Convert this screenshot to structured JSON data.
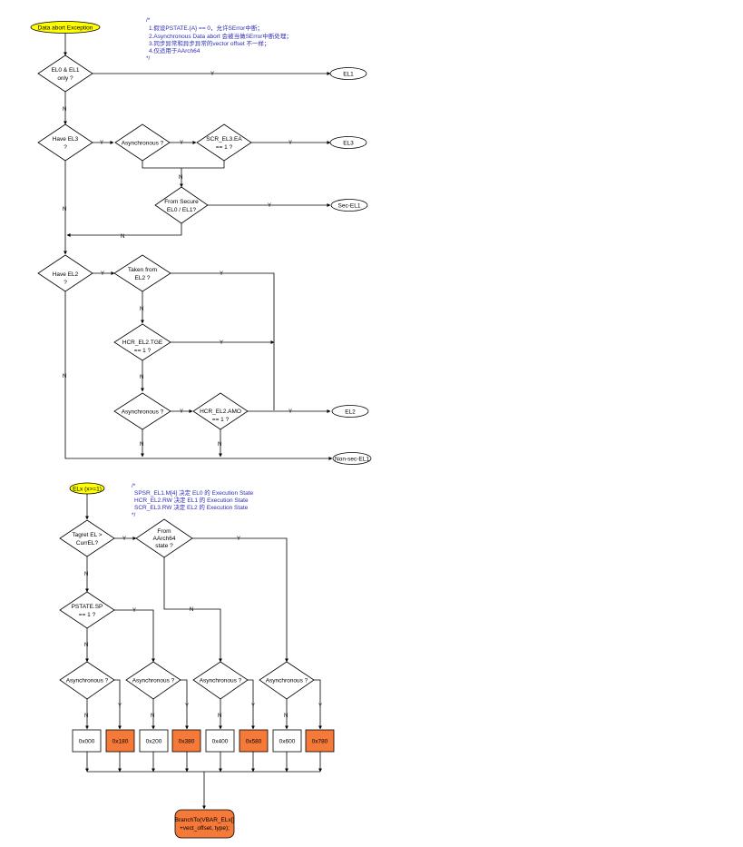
{
  "colors": {
    "start_fill": "#ffff00",
    "vector_fill": "#f57a3a",
    "note_text": "#2c2cb8",
    "line": "#000000",
    "box_fill": "#ffffff"
  },
  "edge_labels": {
    "yes": "Y",
    "no": "N"
  },
  "diagram1": {
    "start": "Data abort Exception",
    "note": [
      "/*",
      "1.假设PSTATE.{A} == 0，允许SError中断；",
      "2.Asynchronous Data abort 会被当做SError中断处理；",
      "3.同步异常和异步异常的vector offset 不一样；",
      "4.仅适用于AArch64",
      "*/"
    ],
    "el0_el1_only": [
      "EL0 & EL1",
      "only ?"
    ],
    "have_el3": [
      "Have EL3",
      "?"
    ],
    "asynchronous_a": [
      "Asynchronous ?"
    ],
    "scr_el3_ea": [
      "SCR_EL3.EA",
      "== 1 ?"
    ],
    "from_secure": [
      "From Secure",
      "EL0 / EL1?"
    ],
    "have_el2": [
      "Have EL2",
      "?"
    ],
    "taken_from_el2": [
      "Taken from",
      "EL2 ?"
    ],
    "hcr_el2_tge": [
      "HCR_EL2.TGE",
      "== 1 ?"
    ],
    "asynchronous_b": [
      "Asynchronous ?"
    ],
    "hcr_el2_amo": [
      "HCR_EL2.AMO",
      "== 1 ?"
    ],
    "term_el1": "EL1",
    "term_el3": "EL3",
    "term_sec_el1": "Sec-EL1",
    "term_el2": "EL2",
    "term_non_sec_el1": "Non-sec-EL1"
  },
  "diagram2": {
    "start": "ELx (x>=1)",
    "note": [
      "/*",
      "SPSR_EL1.M[4]   决定 EL0 的 Execution State",
      "HCR_EL2.RW   决定 EL1 的 Execution State",
      "SCR_EL3.RW   决定 EL2 的 Execution State",
      "*/"
    ],
    "target_el": [
      "Tagret EL >",
      "CurrEL?"
    ],
    "from_aarch64": [
      "From",
      "AArch64",
      "state ?"
    ],
    "pstate_sp": [
      "PSTATE.SP",
      "== 1 ?"
    ],
    "async_labels": [
      "Asynchronous ?",
      "Asynchronous ?",
      "Asynchronous ?",
      "Asynchronous ?"
    ],
    "vectors": [
      "0x000",
      "0x180",
      "0x200",
      "0x380",
      "0x400",
      "0x580",
      "0x600",
      "0x780"
    ],
    "branch": [
      "BranchTo(VBAR_ELx[]",
      "+vect_offset, type);"
    ]
  }
}
